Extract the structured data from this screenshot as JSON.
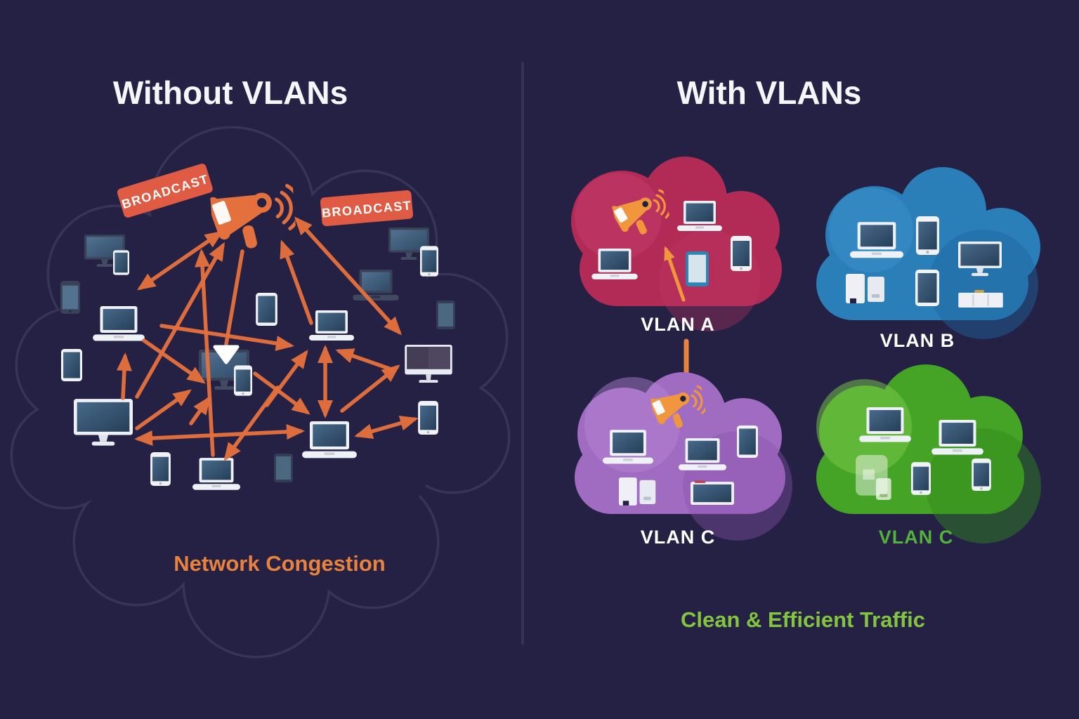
{
  "background_color": "#242144",
  "divider_color": "#38355a",
  "left_panel": {
    "title": "Without VLANs",
    "caption": "Network Congestion",
    "caption_color": "#e8823c",
    "badge_color": "#e05b43",
    "arrow_color": "#e4703d",
    "cloud_outline_color": "#363457",
    "megaphone_icon_color": "#e4703d",
    "broadcast_badges": [
      {
        "label": "BROADCAST"
      },
      {
        "label": "BROADCAST"
      }
    ],
    "device_icons": [
      "megaphone-icon",
      "monitor-icon",
      "laptop-icon",
      "phone-icon",
      "tablet-icon"
    ]
  },
  "right_panel": {
    "title": "With VLANs",
    "caption": "Clean & Efficient Traffic",
    "caption_color": "#84c53f",
    "megaphone_icon_color": "#f0963c",
    "inter_vlan_arrow_color": "#e8823c",
    "clouds": [
      {
        "id": "vlan-a",
        "label": "VLAN A",
        "color": "#b22b57",
        "label_color": "#ffffff",
        "devices": [
          "megaphone-icon",
          "laptop-icon",
          "laptop-icon",
          "tablet-icon",
          "phone-icon"
        ]
      },
      {
        "id": "vlan-b",
        "label": "VLAN B",
        "color": "#2b7fb8",
        "label_color": "#ffffff",
        "devices": [
          "laptop-icon",
          "phone-icon",
          "monitor-icon",
          "server-icon",
          "tablet-icon",
          "cabinet-icon"
        ]
      },
      {
        "id": "vlan-c-purple",
        "label": "VLAN C",
        "color": "#a06cc2",
        "label_color": "#ffffff",
        "devices": [
          "megaphone-icon",
          "laptop-icon",
          "laptop-icon",
          "tablet-icon",
          "server-icon",
          "tv-icon"
        ]
      },
      {
        "id": "vlan-c-green",
        "label": "VLAN C",
        "color": "#45a326",
        "label_color": "#52b23a",
        "devices": [
          "laptop-icon",
          "laptop-icon",
          "tablet-icon",
          "phone-icon",
          "phone-icon"
        ]
      }
    ]
  }
}
